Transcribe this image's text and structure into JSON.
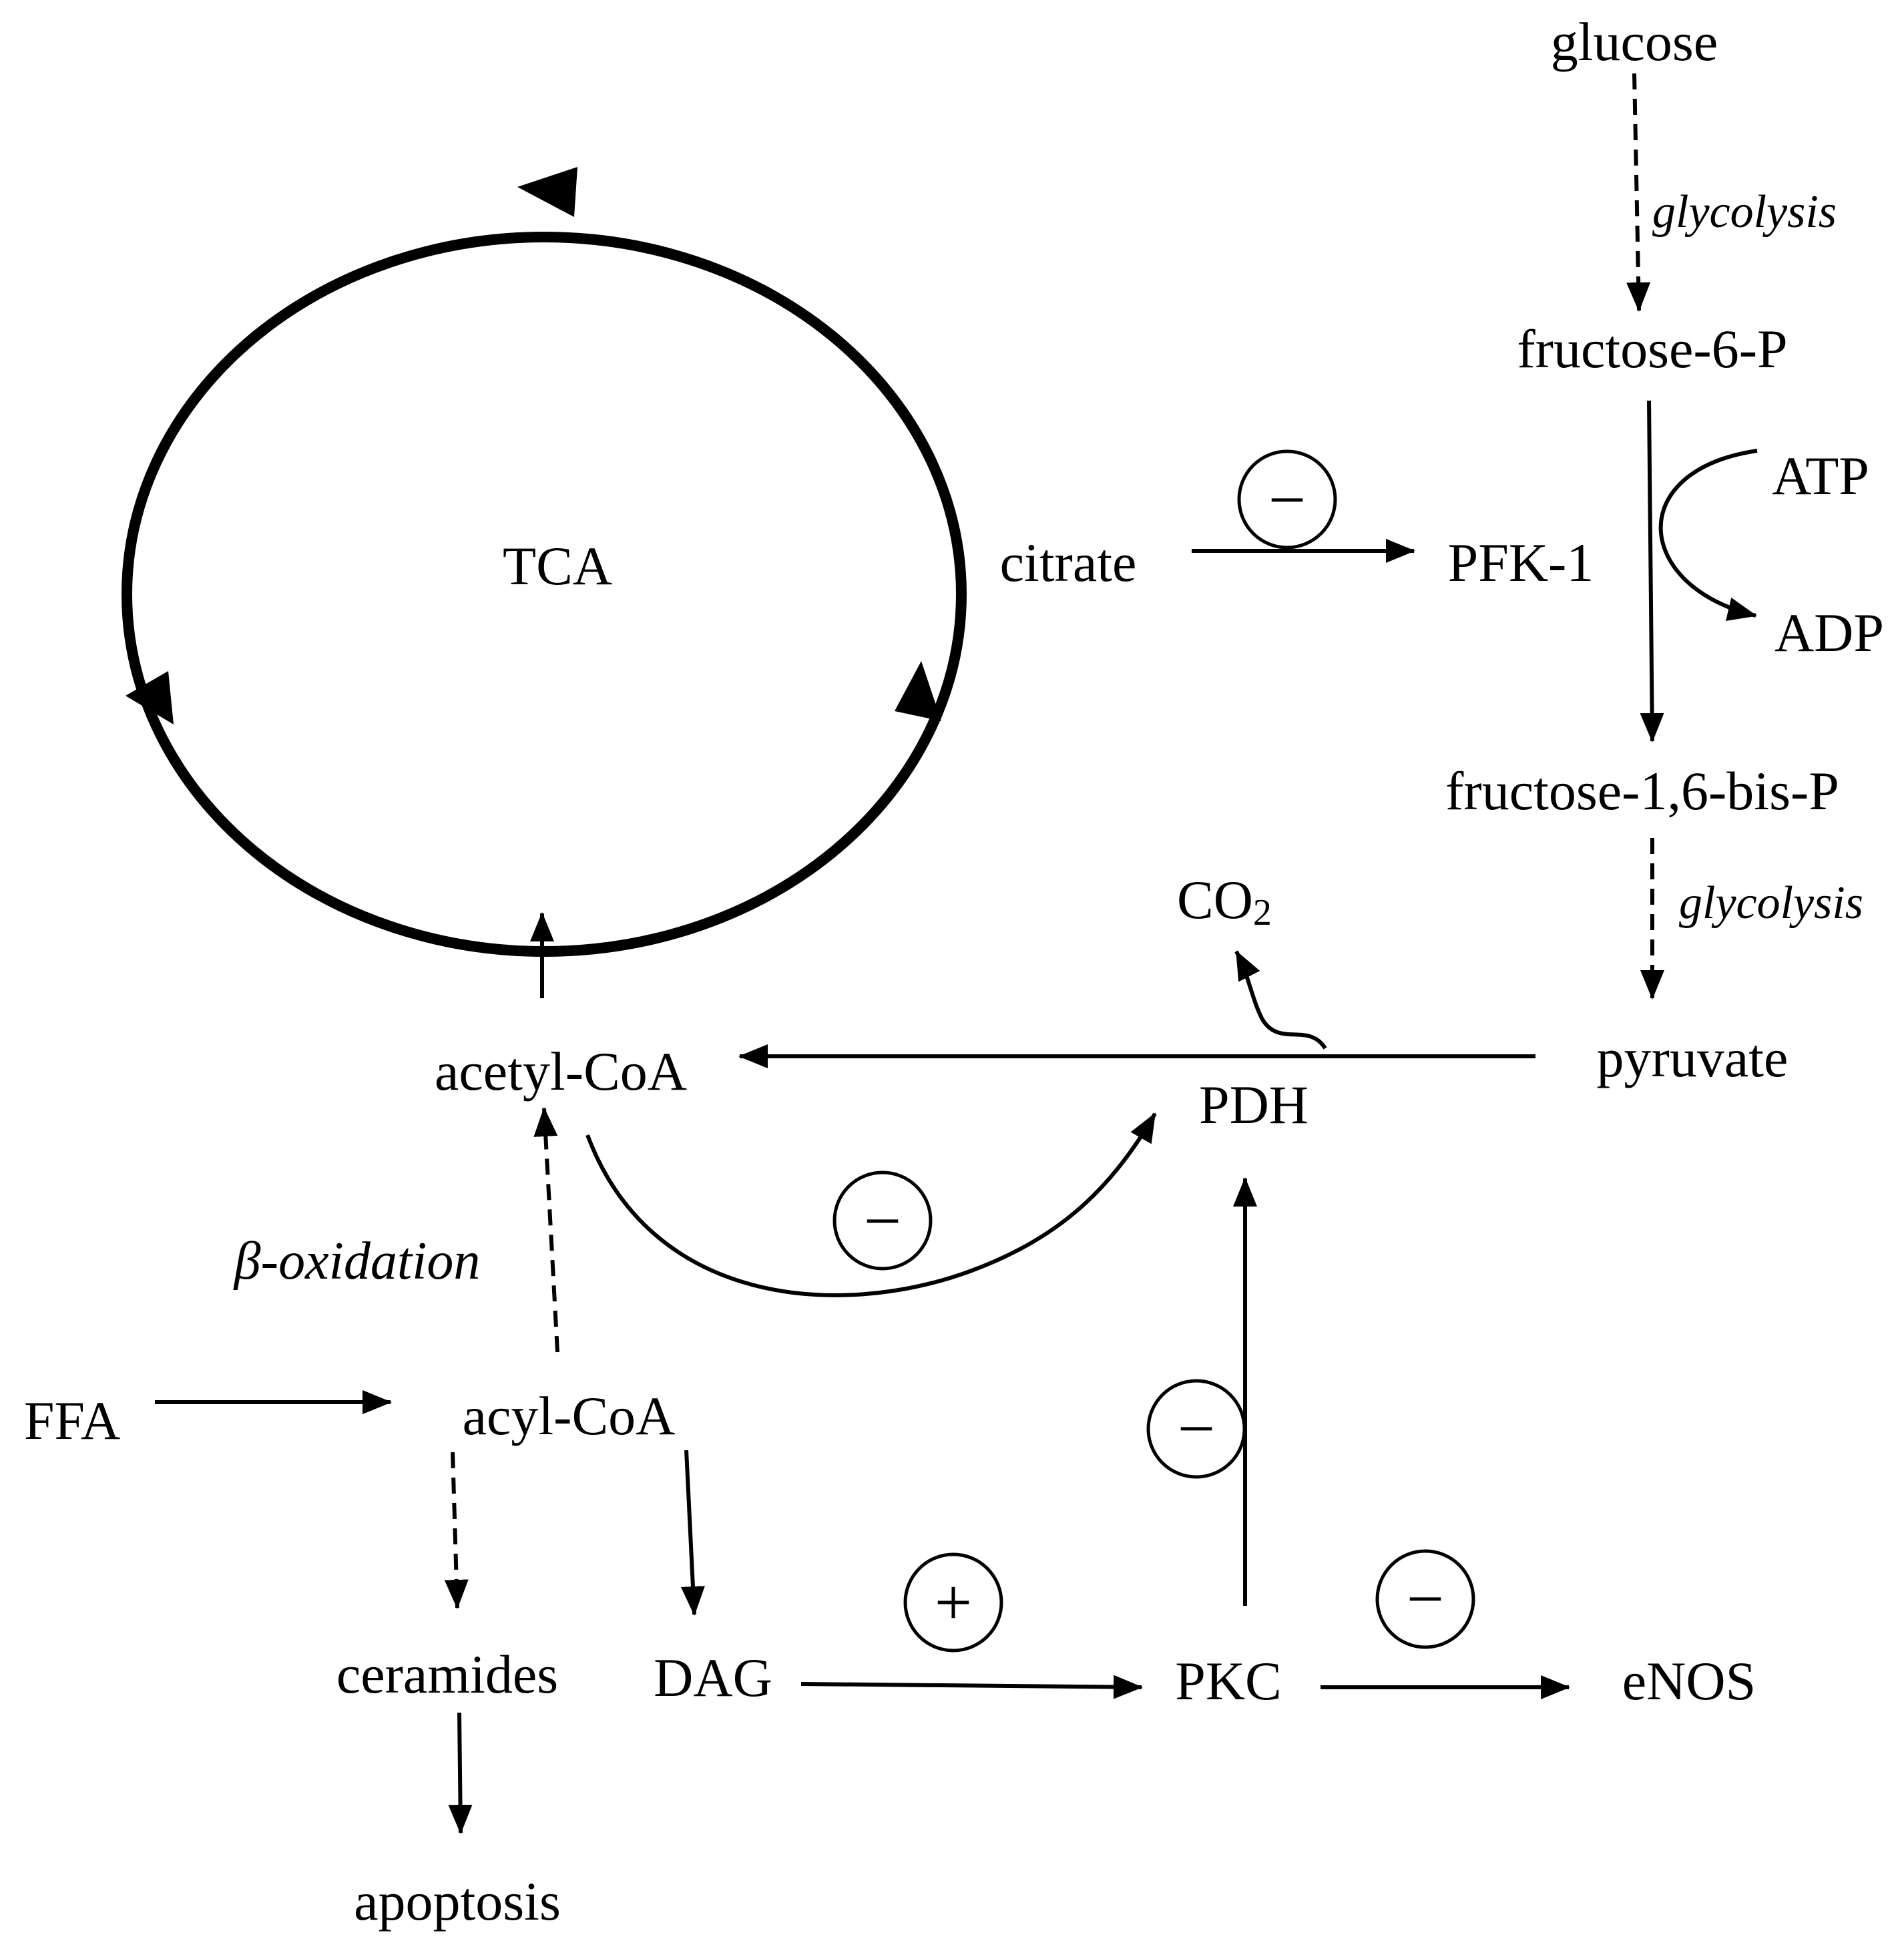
{
  "nodes": {
    "glucose": "glucose",
    "glycolysis_1": "glycolysis",
    "fructose_6_p": "fructose-6-P",
    "atp": "ATP",
    "adp": "ADP",
    "tca": "TCA",
    "citrate": "citrate",
    "pfk1": "PFK-1",
    "fructose_1_6_bis_p": "fructose-1,6-bis-P",
    "glycolysis_2": "glycolysis",
    "co2_base": "CO",
    "co2_sub": "2",
    "acetyl_coa": "acetyl-CoA",
    "pyruvate": "pyruvate",
    "pdh": "PDH",
    "beta_oxidation": "β-oxidation",
    "ffa": "FFA",
    "acyl_coa": "acyl-CoA",
    "ceramides": "ceramides",
    "dag": "DAG",
    "pkc": "PKC",
    "enos": "eNOS",
    "apoptosis": "apoptosis"
  },
  "regulation": {
    "citrate_pfk1": "−",
    "acetylcoa_pdh": "−",
    "pkc_pdh": "−",
    "dag_pkc": "+",
    "pkc_enos": "−"
  }
}
